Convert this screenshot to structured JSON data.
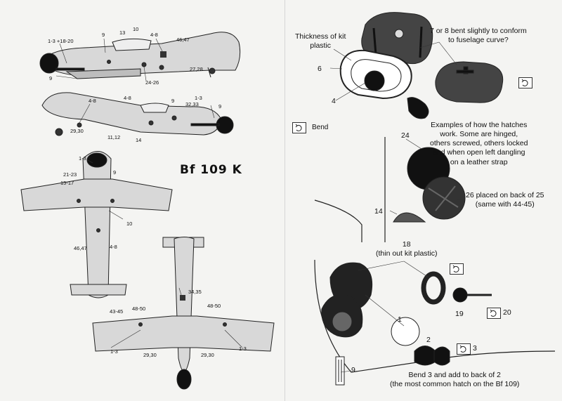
{
  "left_panel": {
    "title": "Bf 109 K",
    "side_top_labels": [
      "1-3 +18-20",
      "9",
      "13",
      "10",
      "4-8",
      "46,47",
      "27,28",
      "24-26",
      "9"
    ],
    "side_bottom_labels": [
      "4-8",
      "4-8",
      "9",
      "32,33",
      "1-3",
      "9",
      "29,30",
      "11,12",
      "14"
    ],
    "top_view_labels": [
      "1-3",
      "9",
      "21-23",
      "15-17",
      "10",
      "46,47",
      "4-8"
    ],
    "bottom_view_labels": [
      "34,35",
      "43-45",
      "48-50",
      "48-50",
      "1-3",
      "1-3",
      "29,30",
      "29,30"
    ]
  },
  "right_panel": {
    "thickness_note": "Thickness of kit\nplastic",
    "bent_note": "7 or 8 bent slightly to conform\nto fuselage curve?",
    "num_6": "6",
    "num_4": "4",
    "bend_legend": "Bend",
    "examples_note": "Examples of how the hatches\nwork. Some are hinged,\nothers screwed, others locked\nand when open left dangling\non a leather strap",
    "num_24": "24",
    "placed_note": "26 placed on back of 25\n(same with 44-45)",
    "num_14": "14",
    "thin_note": "18\n(thin out kit plastic)",
    "num_19": "19",
    "num_20": "20",
    "num_1": "1",
    "num_2": "2",
    "num_3": "3",
    "num_9": "9",
    "bend3_note": "Bend 3 and add to back of 2\n(the most common hatch on the Bf 109)"
  }
}
